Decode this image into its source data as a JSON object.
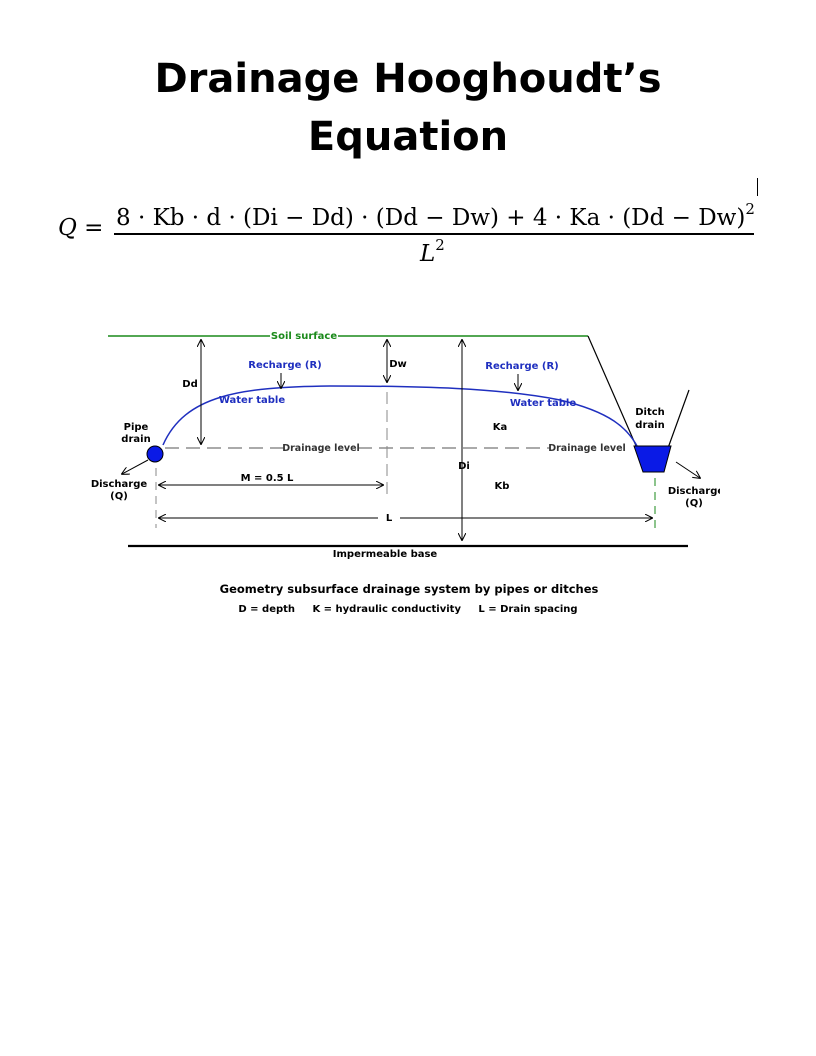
{
  "document": {
    "title_line1": "Drainage Hooghoudt’s",
    "title_line2": "Equation"
  },
  "equation": {
    "lhs": "Q",
    "equals": "=",
    "numerator": "8 · Kb · d · (Di − Dd) · (Dd − Dw) + 4 · Ka · (Dd − Dw)",
    "numerator_exponent": "2",
    "denominator": "L",
    "denominator_exponent": "2"
  },
  "diagram": {
    "soil_surface": "Soil surface",
    "recharge_left": "Recharge (R)",
    "recharge_right": "Recharge (R)",
    "water_table_left": "Water table",
    "water_table_right": "Water table",
    "dd": "Dd",
    "dw": "Dw",
    "di": "Di",
    "ka": "Ka",
    "kb": "Kb",
    "pipe_drain_line1": "Pipe",
    "pipe_drain_line2": "drain",
    "ditch_drain_line1": "Ditch",
    "ditch_drain_line2": "drain",
    "drainage_level_left": "Drainage level",
    "drainage_level_right": "Drainage level",
    "discharge_left_line1": "Discharge",
    "discharge_left_line2": "(Q)",
    "discharge_right_line1": "Discharge",
    "discharge_right_line2": "(Q)",
    "m_label": "M = 0.5 L",
    "l_label": "L",
    "impermeable_base": "Impermeable base",
    "caption": "Geometry subsurface drainage system by pipes or ditches",
    "legend": "D = depth     K = hydraulic conductivity     L = Drain spacing",
    "colors": {
      "soil_surface": "#1a8a1a",
      "water_table": "#1f2fbf",
      "water_fill": "#0a1ae6"
    }
  }
}
